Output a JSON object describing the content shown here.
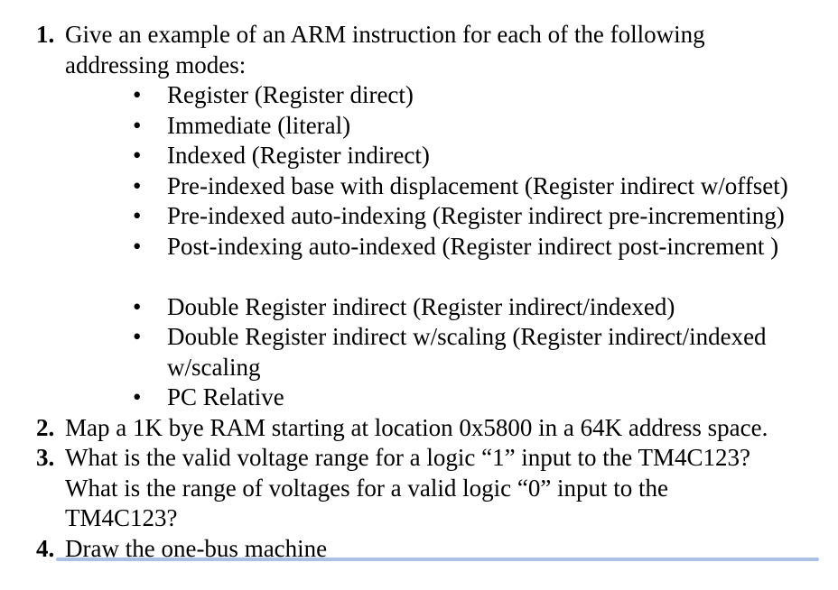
{
  "page": {
    "background_color": "#ffffff",
    "text_color": "#000000",
    "divider_color": "#9db4e0",
    "bullet_char": "•"
  },
  "document": {
    "items": [
      {
        "number": "1.",
        "text_lines": [
          "Give an example of an ARM instruction for each of the following",
          "addressing modes:"
        ],
        "bullets_group1": [
          "Register (Register direct)",
          "Immediate (literal)",
          "Indexed (Register indirect)",
          "Pre-indexed base with displacement (Register indirect w/offset)",
          "Pre-indexed auto-indexing (Register indirect pre-incrementing)",
          "Post-indexing auto-indexed (Register indirect post-increment )"
        ],
        "bullets_group2": [
          [
            "Double Register indirect (Register indirect/indexed)"
          ],
          [
            "Double Register indirect w/scaling (Register indirect/indexed",
            "w/scaling"
          ],
          [
            "PC Relative"
          ]
        ]
      },
      {
        "number": "2.",
        "text_lines": [
          "Map a 1K bye RAM starting at location 0x5800 in a 64K address space."
        ]
      },
      {
        "number": "3.",
        "text_lines": [
          "What is the valid voltage range for a logic “1” input to the TM4C123?",
          "What is the range of voltages for a valid logic “0” input to the",
          "TM4C123?"
        ]
      },
      {
        "number": "4.",
        "text_lines": [
          "Draw the one-bus machine"
        ]
      }
    ]
  }
}
